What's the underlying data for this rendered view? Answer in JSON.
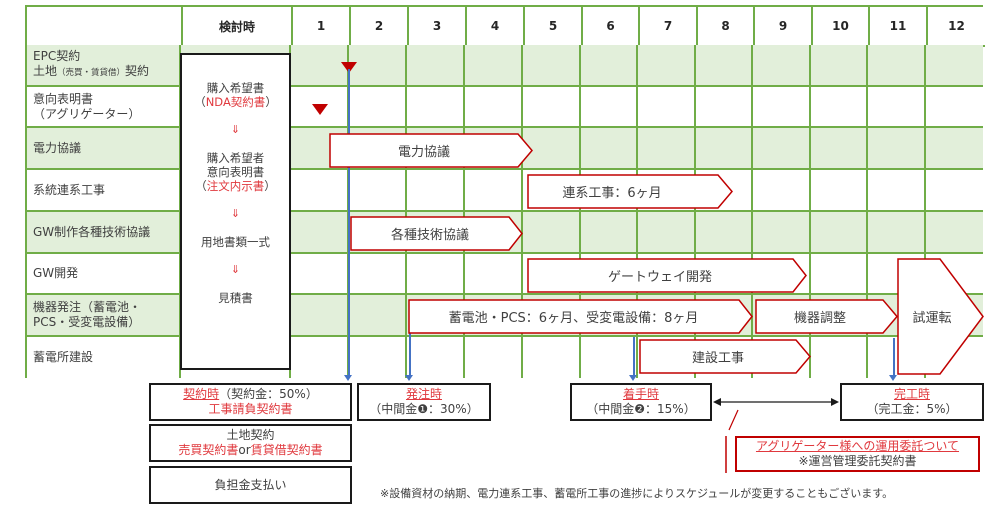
{
  "header": {
    "first_col": "",
    "planning_col": "検討時",
    "months": [
      "1",
      "2",
      "3",
      "4",
      "5",
      "6",
      "7",
      "8",
      "9",
      "10",
      "11",
      "12"
    ]
  },
  "rows": [
    {
      "label_line1": "EPC契約",
      "label_line2_main": "土地",
      "label_line2_small": "（売買・賃貸借）",
      "label_line2_tail": "契約",
      "shade": "green"
    },
    {
      "label_line1": "意向表明書",
      "label_line2": "（アグリゲーター）",
      "shade": "white"
    },
    {
      "label_line1": "電力協議",
      "shade": "green"
    },
    {
      "label_line1": "系統連系工事",
      "shade": "white"
    },
    {
      "label_line1": "GW制作各種技術協議",
      "shade": "green"
    },
    {
      "label_line1": "GW開発",
      "shade": "white"
    },
    {
      "label_line1": "機器発注（蓄電池・",
      "label_line2": "PCS・受変電設備）",
      "shade": "green"
    },
    {
      "label_line1": "蓄電所建設",
      "shade": "white"
    }
  ],
  "planning_box": {
    "item1": "購入希望書",
    "item1_red": "NDA契約書",
    "arrow": "⇓",
    "item2a": "購入希望者",
    "item2b": "意向表明書",
    "item2_red": "注文内示書",
    "item3": "用地書類一式",
    "item4": "見積書"
  },
  "bars": {
    "power_consult": "電力協議",
    "grid_connection": "連系工事：6ヶ月",
    "tech_consult": "各種技術協議",
    "gateway_dev": "ゲートウェイ開発",
    "equipment_order": "蓄電池・PCS：6ヶ月、受変電設備：8ヶ月",
    "equipment_adjust": "機器調整",
    "trial_run": "試運転",
    "construction": "建設工事"
  },
  "payments": {
    "contract_title": "契約時",
    "contract_detail": "（契約金：50%）",
    "contract_doc": "工事請負契約書",
    "land_title": "土地契約",
    "land_doc1": "売買契約書",
    "land_or": "or",
    "land_doc2": "賃貸借契約書",
    "burden": "負担金支払い",
    "order_title": "発注時",
    "order_detail": "（中間金❶：30%）",
    "start_title": "着手時",
    "start_detail": "（中間金❷：15%）",
    "complete_title": "完工時",
    "complete_detail": "（完工金：5%）"
  },
  "aggregator": {
    "title": "アグリゲーター様への運用委託ついて",
    "doc": "※運営管理委託契約書"
  },
  "footnote": "※設備資材の納期、電力連系工事、蓄電所工事の進捗によりスケジュールが変更することもございます。",
  "colors": {
    "grid": "#70ad47",
    "shade": "#e2efda",
    "bar_border": "#c00000",
    "accent_red": "#e0393e",
    "milestone_blue": "#4472c4"
  }
}
